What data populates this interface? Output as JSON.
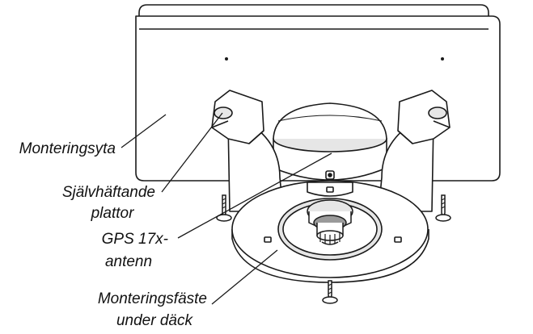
{
  "labels": {
    "mounting_surface": "Monteringsyta",
    "adhesive_pads_line1": "Självhäftande",
    "adhesive_pads_line2": "plattor",
    "antenna_line1": "GPS 17x-",
    "antenna_line2": "antenn",
    "bracket_line1": "Monteringsfäste",
    "bracket_line2": "under däck"
  },
  "colors": {
    "line": "#1a1a1a",
    "fill": "#ffffff",
    "shade": "#e6e6e6",
    "dark_shade": "#9a9a9a"
  }
}
